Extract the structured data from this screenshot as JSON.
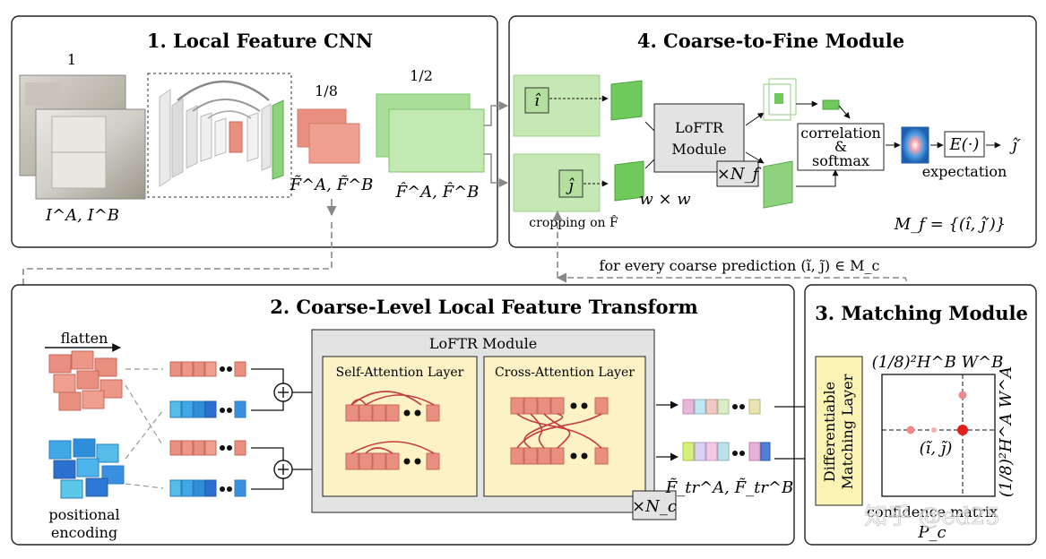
{
  "panels": {
    "local_feature": {
      "title": "1. Local Feature CNN"
    },
    "coarse_to_fine": {
      "title": "4. Coarse-to-Fine Module"
    },
    "coarse_transform": {
      "title": "2. Coarse-Level Local Feature Transform"
    },
    "matching": {
      "title": "3. Matching Module"
    }
  },
  "local_feature": {
    "scale_full": "1",
    "scale_eighth": "1/8",
    "scale_half": "1/2",
    "input_label": "I^A, I^B",
    "coarse_feat_label": "F̃^A, F̃^B",
    "fine_feat_label": "F̂^A, F̂^B"
  },
  "coarse_to_fine": {
    "i_hat": "î",
    "j_hat": "ĵ",
    "loftr_line1": "LoFTR",
    "loftr_line2": "Module",
    "nf_label": "×N_f",
    "window_label": "w × w",
    "cropping_label": "cropping on F̂",
    "corr_line1": "correlation",
    "corr_line2": "&",
    "corr_line3": "softmax",
    "expect_box": "E(·)",
    "expect_label": "expectation",
    "j_hat_prime": "ĵ′",
    "mf_label": "M_f = {(î, ĵ′)}"
  },
  "coarse_pred_label": "for every coarse prediction (ĩ, j̃) ∈ M_c",
  "coarse_transform": {
    "flatten": "flatten",
    "positional_line1": "positional",
    "positional_line2": "encoding",
    "loftr_title": "LoFTR Module",
    "self_attention": "Self-Attention Layer",
    "cross_attention": "Cross-Attention Layer",
    "nc_label": "×N_c",
    "tr_label": "F̃_tr^A, F̃_tr^B"
  },
  "matching": {
    "diff_line1": "Differentiable",
    "diff_line2": "Matching Layer",
    "top_dim": "(1/8)²H^B W^B",
    "side_dim": "(1/8)²H^A W^A",
    "point_label": "(ĩ, j̃)",
    "confidence": "confidence matrix",
    "pc_label": "P_c"
  },
  "watermark": "知乎 @ed25",
  "colors": {
    "salmon": "#e98f7f",
    "green": "#8fd27e",
    "light_green": "#cbeab9",
    "blue": "#3d8fd6",
    "attention_bg": "#fdf1c6",
    "loftr_bg": "#e3e3e3",
    "diff_bg": "#fbf3b4",
    "red_point": "#e01f1f"
  }
}
